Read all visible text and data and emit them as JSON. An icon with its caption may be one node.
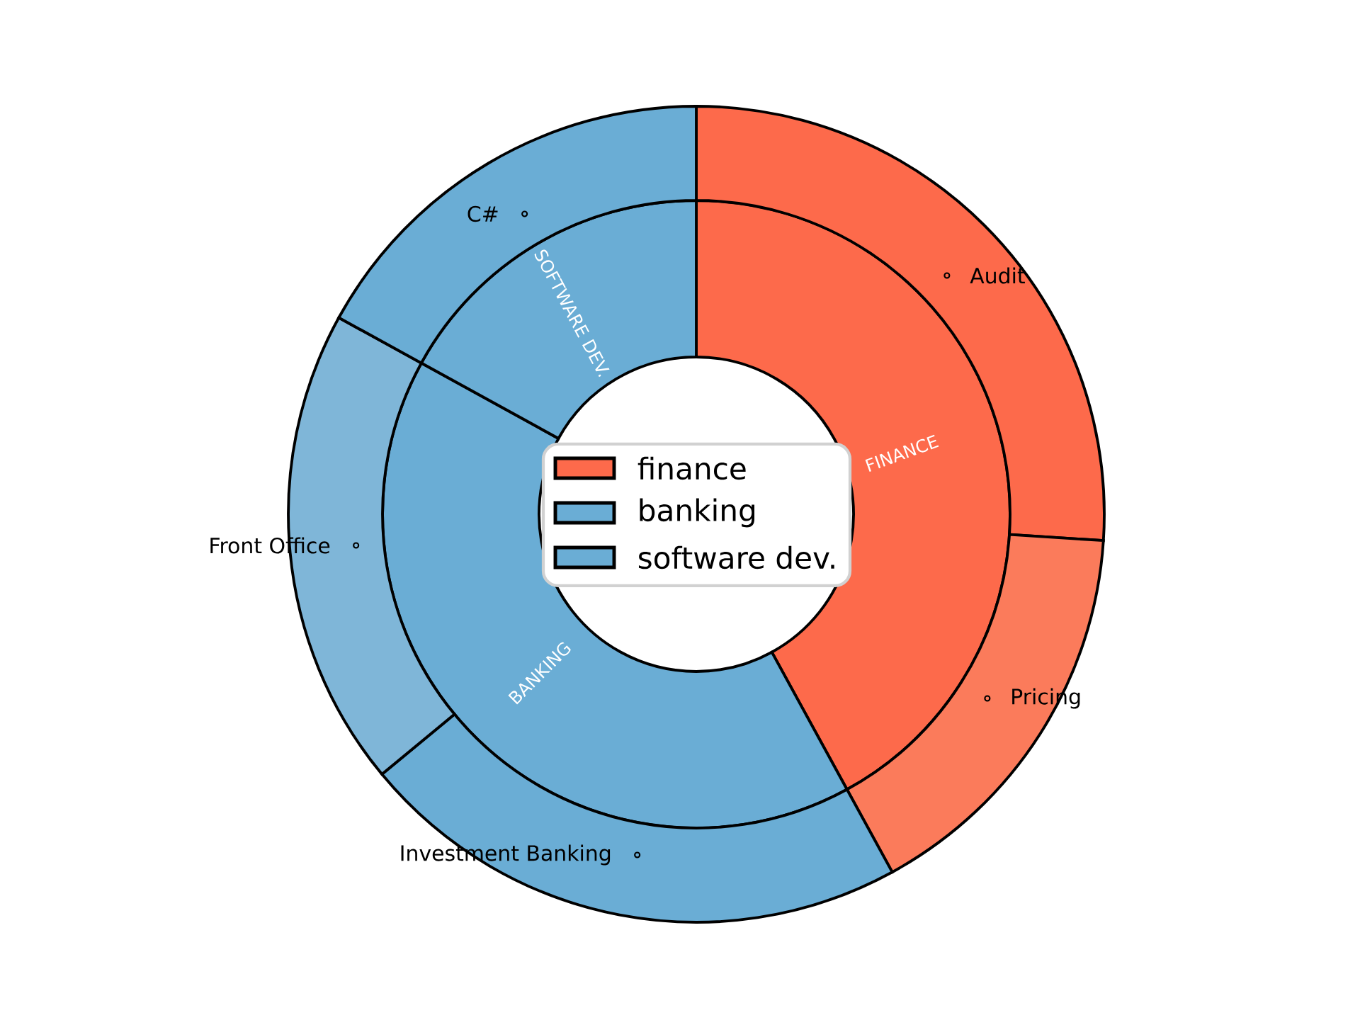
{
  "diagram": {
    "nodes": [
      {
        "text": [
          "FINANCE"
        ]
      },
      {
        "text": [
          "BANKING"
        ]
      },
      {
        "text": [
          "SOFTWARE DEV."
        ]
      },
      {
        "text": [
          "Audit"
        ]
      },
      {
        "text": [
          "Pricing"
        ]
      },
      {
        "text": [
          "Investment Banking"
        ]
      },
      {
        "text": [
          "Front Office"
        ]
      },
      {
        "text": [
          "C#"
        ]
      }
    ],
    "legend": [
      {
        "text": "finance",
        "color": "#fd6a4b"
      },
      {
        "text": "banking",
        "color": "#6aadd5"
      },
      {
        "text": "software dev.",
        "color": "#6aadd5"
      }
    ]
  }
}
